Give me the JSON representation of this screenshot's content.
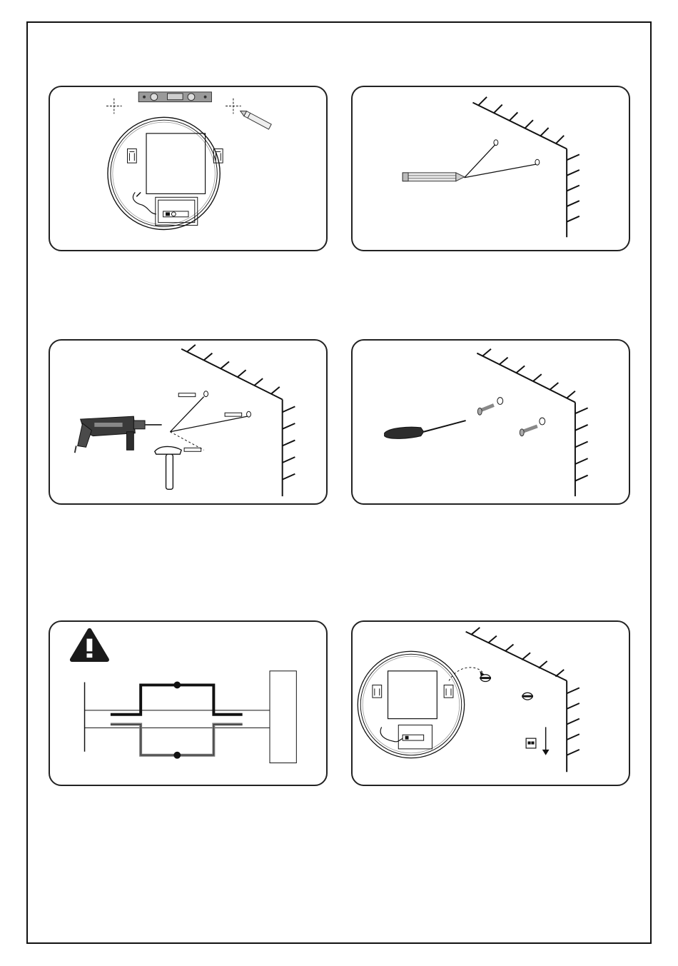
{
  "document": {
    "type": "installation-instructions",
    "panels": [
      {
        "id": "step-1",
        "content": "mark-holes-with-level-and-pencil"
      },
      {
        "id": "step-2",
        "content": "pencil-marks-on-wall"
      },
      {
        "id": "step-3",
        "content": "drill-holes-insert-anchors"
      },
      {
        "id": "step-4",
        "content": "drive-screws-with-screwdriver"
      },
      {
        "id": "step-5",
        "content": "wiring-warning"
      },
      {
        "id": "step-6",
        "content": "hang-mirror-on-screws"
      }
    ],
    "warning_icon": "warning-triangle-icon"
  },
  "colors": {
    "line": "#111111",
    "grey": "#777777",
    "tool": "#3a3a3a",
    "warning": "#1a1a1a"
  }
}
